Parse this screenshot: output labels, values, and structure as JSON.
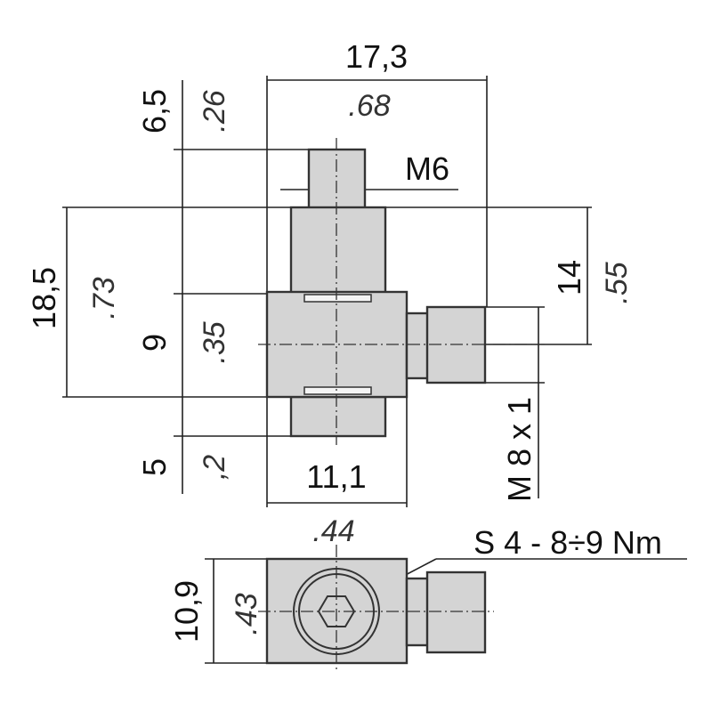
{
  "drawing": {
    "overall_width": {
      "metric": "17,3",
      "inch": ".68"
    },
    "pin_height": {
      "metric": "6,5",
      "inch": ".26"
    },
    "pin_thread": "M6",
    "shaft_height": {
      "metric": "18,5",
      "inch": ".73"
    },
    "body_height": {
      "metric": "9",
      "inch": ".35"
    },
    "lower_shaft": {
      "metric": "5",
      "inch": ",2"
    },
    "body_width": {
      "metric": "11,1",
      "inch": ".44"
    },
    "stub_offset": {
      "metric": "14",
      "inch": ".55"
    },
    "stub_thread": "M 8 x 1",
    "bottom_height": {
      "metric": "10,9",
      "inch": ".43"
    },
    "torque_note": "S 4 - 8÷9 Nm"
  },
  "colors": {
    "part_fill": "#d4d4d4",
    "line": "#222222"
  }
}
